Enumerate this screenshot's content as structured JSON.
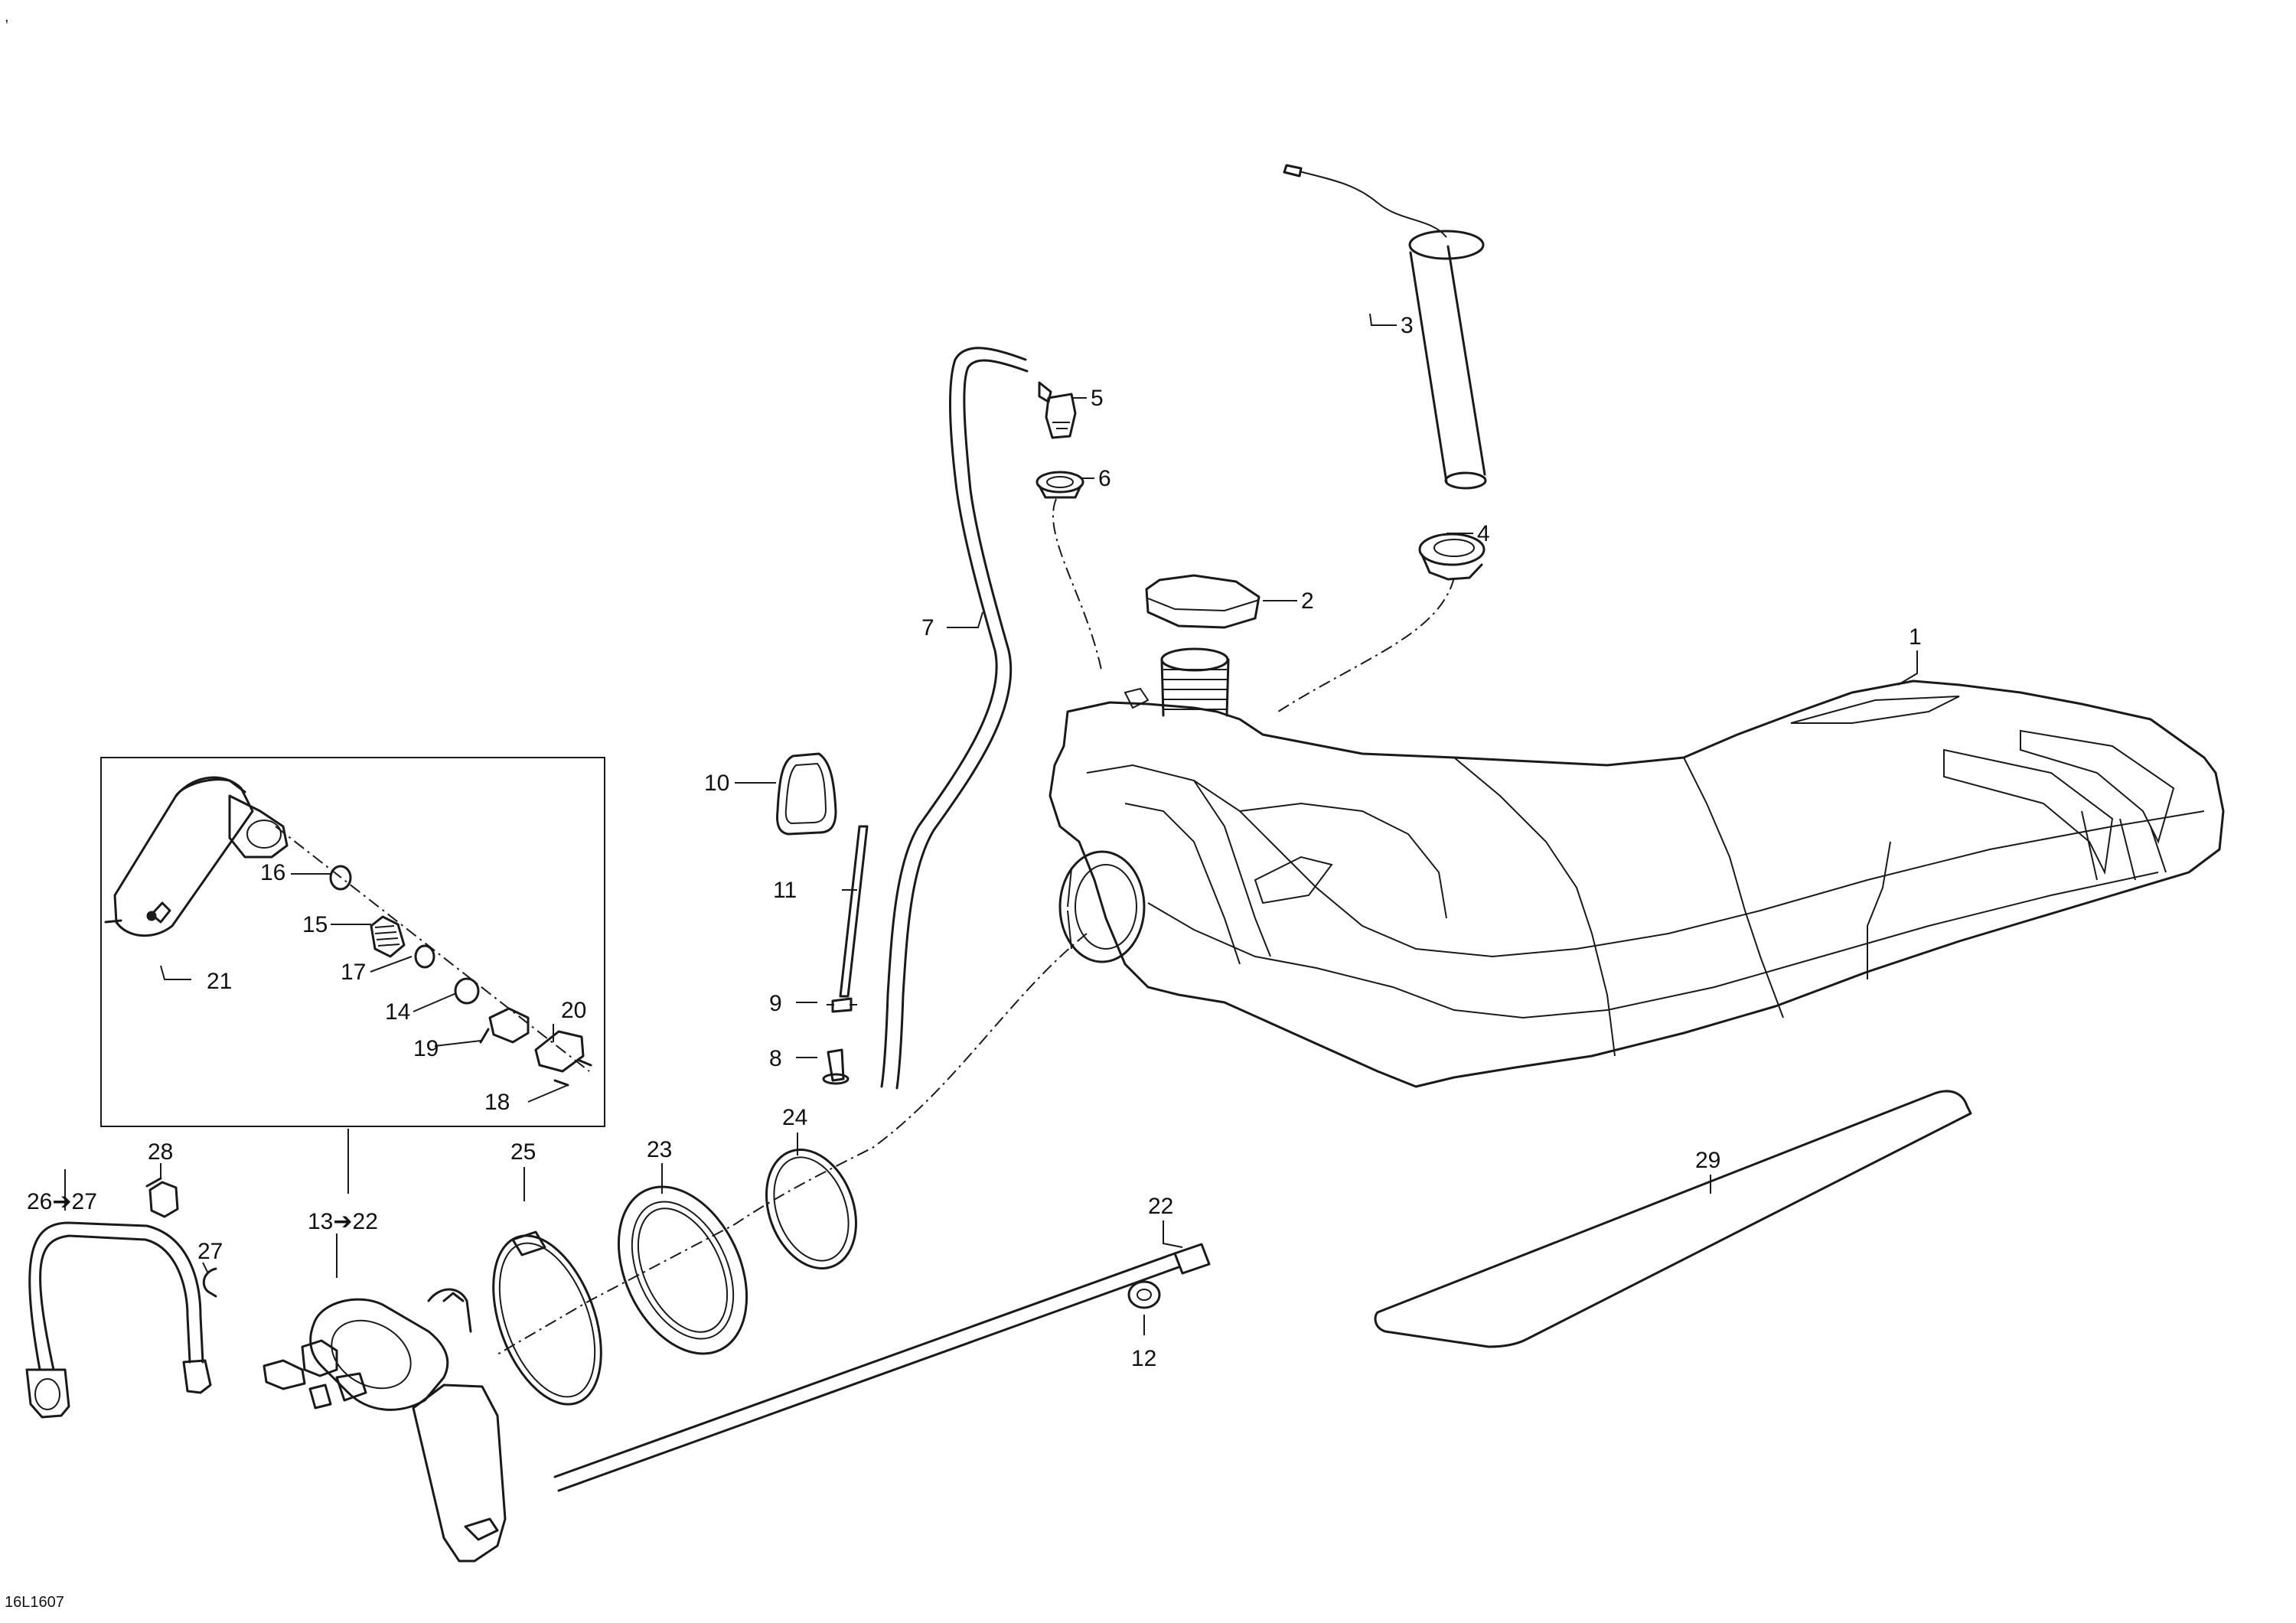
{
  "corner_mark": ",",
  "drawing_code": "16L1607",
  "callouts": {
    "c1": "1",
    "c2": "2",
    "c3": "3",
    "c4": "4",
    "c5": "5",
    "c6": "6",
    "c7": "7",
    "c8": "8",
    "c9": "9",
    "c10": "10",
    "c11": "11",
    "c12": "12",
    "c13_22": "13➔22",
    "c14": "14",
    "c15": "15",
    "c16": "16",
    "c17": "17",
    "c18": "18",
    "c19": "19",
    "c20": "20",
    "c21": "21",
    "c22": "22",
    "c23": "23",
    "c24": "24",
    "c25": "25",
    "c26_27": "26➔27",
    "c27": "27",
    "c28": "28",
    "c29": "29"
  }
}
